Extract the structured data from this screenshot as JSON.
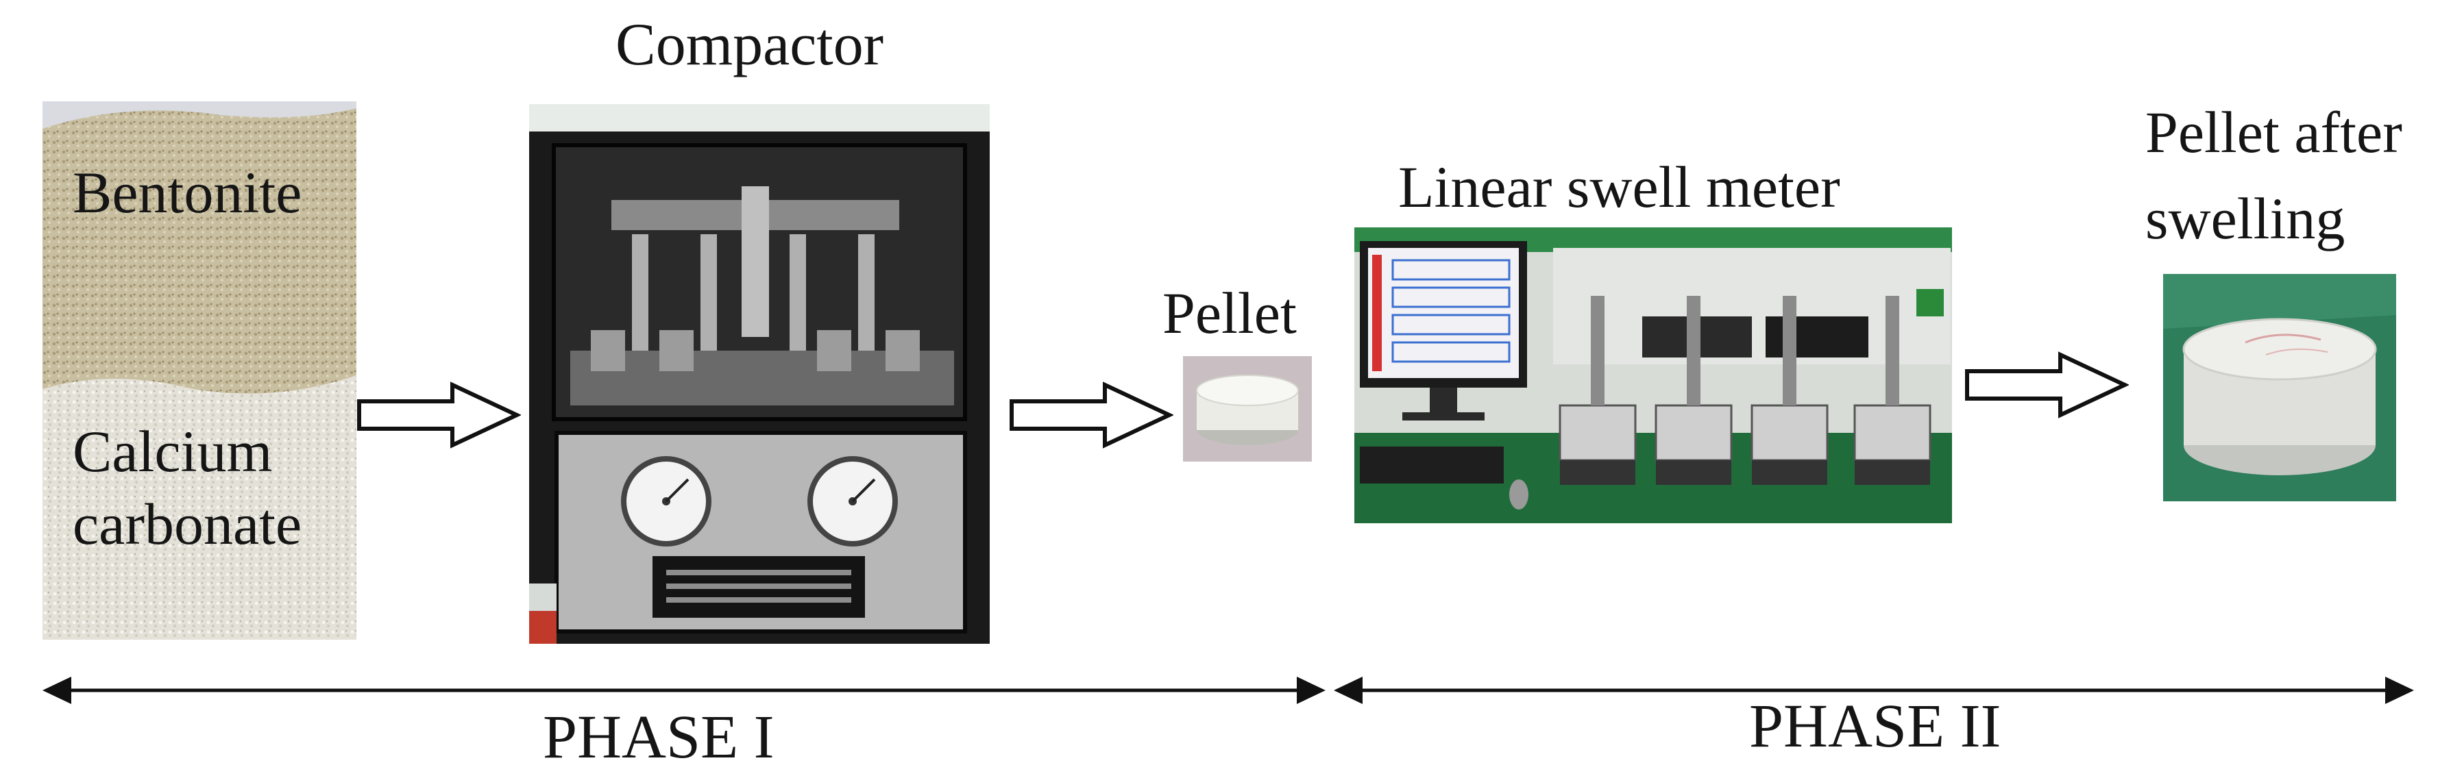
{
  "materials": {
    "bentonite_label": "Bentonite",
    "calcium_label_line1": "Calcium",
    "calcium_label_line2": "carbonate"
  },
  "compactor": {
    "title": "Compactor"
  },
  "pellet": {
    "title": "Pellet"
  },
  "swell_meter": {
    "title": "Linear swell meter"
  },
  "pellet_after": {
    "title_line1": "Pellet after",
    "title_line2": "swelling"
  },
  "phases": [
    {
      "label": "PHASE I"
    },
    {
      "label": "PHASE II"
    }
  ],
  "colors": {
    "bentonite": "#c9bfa2",
    "calcium_carbonate": "#e6e3dc",
    "compactor_frame": "#1c1c1c",
    "compactor_panel": "#b9b9b9",
    "bench_green": "#1f6b3a",
    "pellet_white": "#eeeeea",
    "mat_green": "#2e7d5b"
  },
  "icons": [
    "right-arrow-icon",
    "double-headed-arrow-icon"
  ]
}
